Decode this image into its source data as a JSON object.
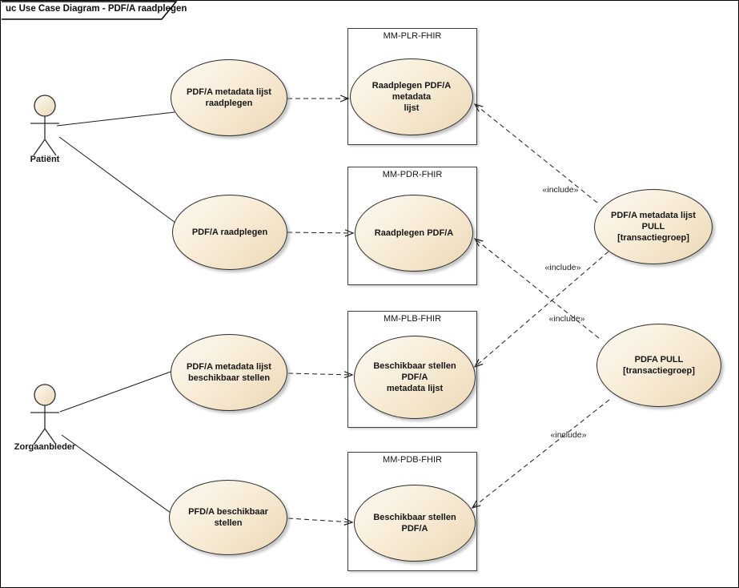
{
  "frame": {
    "title": "uc Use Case Diagram - PDF/A raadplegen"
  },
  "actors": [
    {
      "name": "Patiënt"
    },
    {
      "name": "Zorgaanbieder"
    }
  ],
  "left_use_cases": [
    {
      "label": "PDF/A metadata lijst\nraadplegen"
    },
    {
      "label": "PDF/A raadplegen"
    },
    {
      "label": "PDF/A metadata lijst\nbeschikbaar stellen"
    },
    {
      "label": "PFD/A beschikbaar stellen"
    }
  ],
  "system_boxes": [
    {
      "name": "MM-PLR-FHIR",
      "use_case": "Raadplegen PDF/A metadata\nlijst"
    },
    {
      "name": "MM-PDR-FHIR",
      "use_case": "Raadplegen PDF/A"
    },
    {
      "name": "MM-PLB-FHIR",
      "use_case": "Beschikbaar stellen PDF/A\nmetadata lijst"
    },
    {
      "name": "MM-PDB-FHIR",
      "use_case": "Beschikbaar stellen PDF/A"
    }
  ],
  "transaction_groups": [
    {
      "label": "PDF/A metadata lijst PULL\n[transactiegroep]"
    },
    {
      "label": "PDFA PULL [transactiegroep]"
    }
  ],
  "relations": {
    "include_label": "«include»"
  },
  "colors": {
    "ellipse_fill_light": "#fdfaf2",
    "ellipse_fill_dark": "#ecd8b6",
    "line": "#1c1c1c",
    "background": "#ffffff"
  }
}
